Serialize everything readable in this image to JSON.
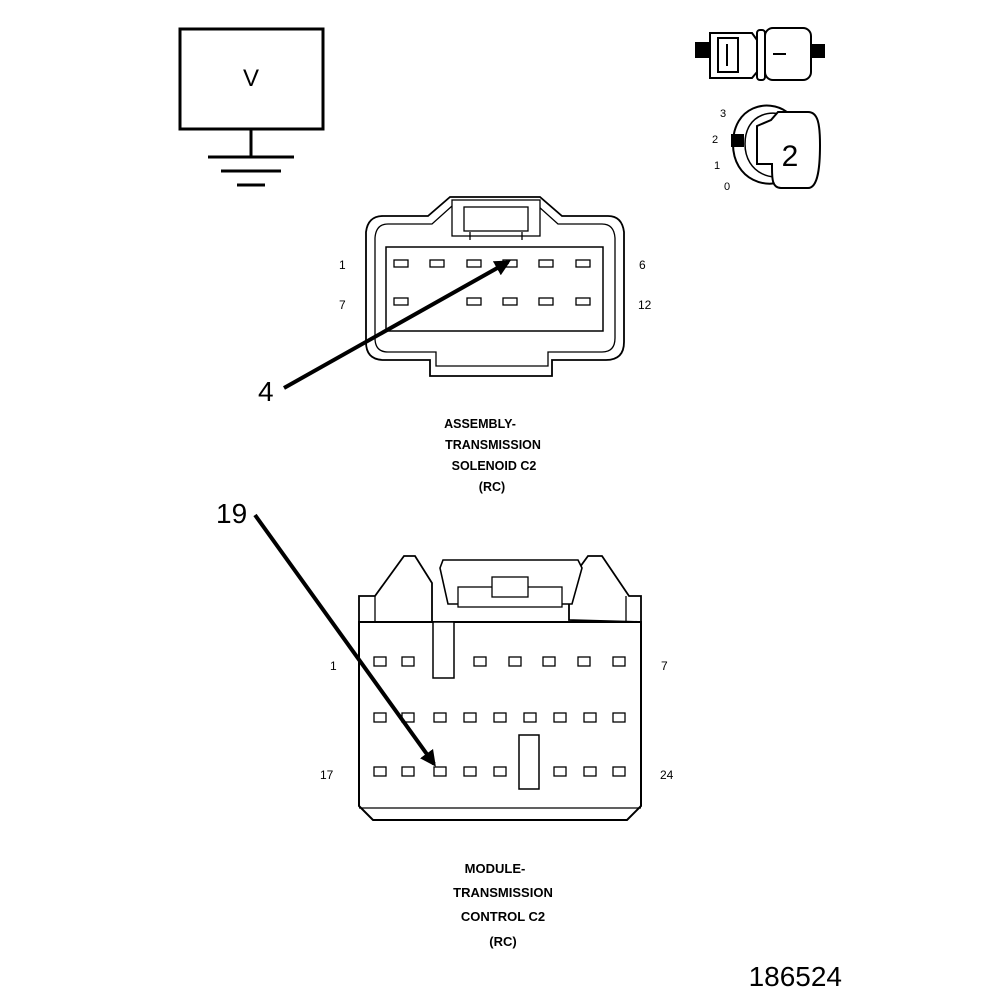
{
  "meter": {
    "label": "V"
  },
  "probe_positions": {
    "values": [
      "3",
      "2",
      "1",
      "0"
    ],
    "selected_label": "2"
  },
  "connector_c2_solenoid": {
    "pin_first_row_left": "1",
    "pin_first_row_right": "6",
    "pin_second_row_left": "7",
    "pin_second_row_right": "12",
    "callout": "4",
    "caption_lines": [
      "ASSEMBLY-",
      "TRANSMISSION",
      "SOLENOID C2",
      "(RC)"
    ]
  },
  "connector_c2_module": {
    "pin_first_row_left": "1",
    "pin_first_row_right": "7",
    "pin_last_row_left": "17",
    "pin_last_row_right": "24",
    "callout": "19",
    "caption_lines": [
      "MODULE-",
      "TRANSMISSION",
      "CONTROL C2",
      "(RC)"
    ]
  },
  "figure_number": "186524"
}
